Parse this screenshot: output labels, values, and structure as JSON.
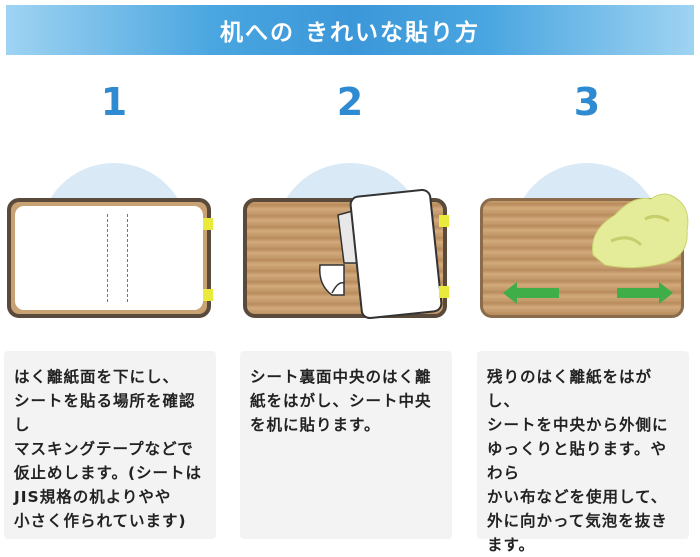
{
  "banner": {
    "title": "机への きれいな貼り方"
  },
  "steps": [
    {
      "number": "1",
      "text": "はく離紙面を下にし、\nシートを貼る場所を確認し\nマスキングテープなどで\n仮止めします。(シートは\nJIS規格の机よりやや\n小さく作られています)"
    },
    {
      "number": "2",
      "text": "シート裏面中央のはく離\n紙をはがし、シート中央\nを机に貼ります。"
    },
    {
      "number": "3",
      "text": "残りのはく離紙をはがし、\nシートを中央から外側に\nゆっくりと貼ります。やわら\nかい布などを使用して、\n外に向かって気泡を抜き\nます。"
    }
  ],
  "colors": {
    "accent": "#2f8bd1",
    "banner": "#3b97d8",
    "wood": "#c39a6b",
    "arrow": "#3fae49",
    "tape": "#e8ea3c"
  }
}
